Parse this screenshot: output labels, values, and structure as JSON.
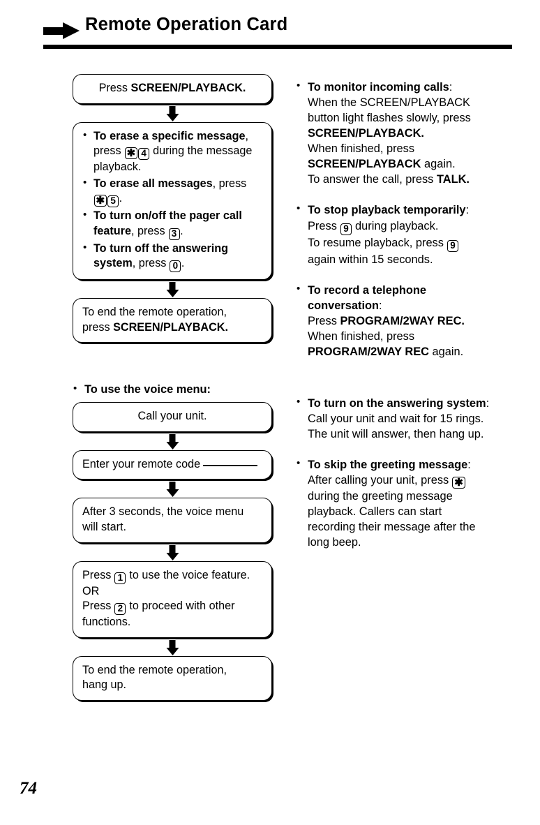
{
  "header": {
    "title": "Remote Operation Card",
    "arrow_icon": "right-arrow-icon"
  },
  "left_column": {
    "flow_one": {
      "box_1": {
        "prefix": "Press ",
        "bold": "SCREEN/PLAYBACK."
      },
      "box_2": {
        "items": [
          {
            "bold": "To erase a specific message",
            "after_bold": ", press ",
            "keys": [
              "✱",
              "4"
            ],
            "tail": " during the message playback."
          },
          {
            "bold": "To erase all messages",
            "after_bold": ", press ",
            "keys": [
              "✱",
              "5"
            ],
            "tail": "."
          },
          {
            "bold": "To turn on/off the pager call feature",
            "after_bold": ", press ",
            "keys": [
              "3"
            ],
            "tail": "."
          },
          {
            "bold": "To turn off the answering system",
            "after_bold": ", press ",
            "keys": [
              "0"
            ],
            "tail": "."
          }
        ]
      },
      "box_3": {
        "line1": "To end the remote operation,",
        "prefix2": "press ",
        "bold2": "SCREEN/PLAYBACK."
      }
    },
    "flow_two": {
      "label": "To use the voice menu:",
      "box_1": {
        "text": "Call your unit."
      },
      "box_2": {
        "text": "Enter your remote code",
        "has_blank": true
      },
      "box_3": {
        "text": "After 3 seconds, the voice menu will start."
      },
      "box_4": {
        "line1_prefix": "Press ",
        "line1_key": "1",
        "line1_tail": " to use the voice feature.",
        "line2": "OR",
        "line3_prefix": "Press ",
        "line3_key": "2",
        "line3_tail": " to proceed with other functions."
      },
      "box_5": {
        "line1": "To end the remote operation,",
        "line2": "hang up."
      }
    }
  },
  "right_column": {
    "sections": [
      {
        "heading": "To monitor incoming calls",
        "heading_suffix": ":",
        "lines": [
          {
            "plain": "When the SCREEN/PLAYBACK"
          },
          {
            "plain": "button light flashes slowly, press"
          },
          {
            "bold": "SCREEN/PLAYBACK."
          },
          {
            "plain": "When finished, press"
          },
          {
            "bold": "SCREEN/PLAYBACK",
            "plain_after": " again."
          },
          {
            "plain": "To answer the call, press ",
            "bold_after": "TALK."
          }
        ]
      },
      {
        "heading": "To stop playback temporarily",
        "heading_suffix": ":",
        "lines": [
          {
            "plain": "Press ",
            "key": "9",
            "plain_after": " during playback."
          },
          {
            "plain": "To resume playback, press ",
            "key": "9"
          },
          {
            "plain": "again within 15 seconds."
          }
        ]
      },
      {
        "heading": "To record a telephone conversation",
        "heading_suffix": ":",
        "lines": [
          {
            "plain": "Press ",
            "bold_after": "PROGRAM/2WAY REC."
          },
          {
            "plain": "When finished, press"
          },
          {
            "bold": "PROGRAM/2WAY REC",
            "plain_after": " again."
          }
        ]
      },
      {
        "heading": "To turn on the answering system",
        "heading_suffix": ":",
        "lines": [
          {
            "plain": "Call your unit and wait for 15 rings."
          },
          {
            "plain": "The unit will answer, then hang up."
          }
        ]
      },
      {
        "heading": "To skip the greeting message",
        "heading_suffix": ":",
        "lines": [
          {
            "plain": "After calling your unit, press ",
            "key": "✱"
          },
          {
            "plain": "during the greeting message"
          },
          {
            "plain": "playback. Callers can start"
          },
          {
            "plain": "recording their message after the"
          },
          {
            "plain": "long beep."
          }
        ]
      }
    ]
  },
  "footer": {
    "page_number": "74"
  }
}
